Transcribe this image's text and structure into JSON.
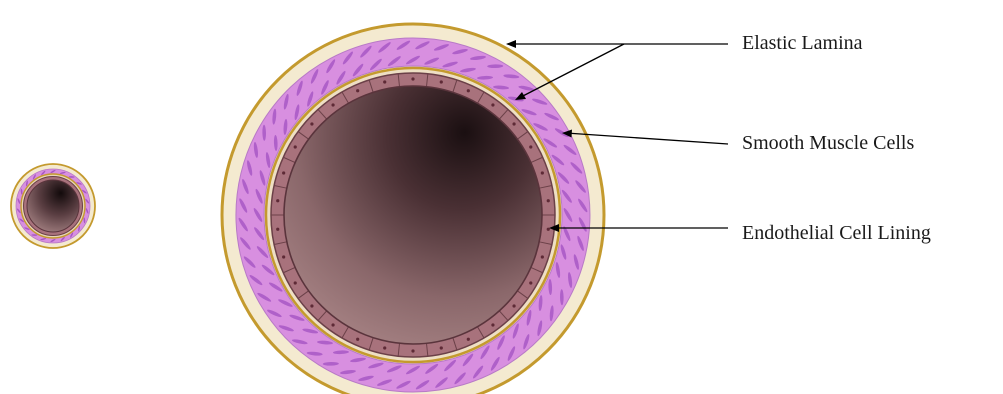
{
  "labels": {
    "elastic_lamina": "Elastic Lamina",
    "smooth_muscle": "Smooth Muscle Cells",
    "endothelial": "Endothelial Cell Lining"
  },
  "colors": {
    "background": "#ffffff",
    "adventitia": "#f4ead0",
    "elastic_lamina": "#c49a2e",
    "smooth_muscle": "#d88fe0",
    "muscle_cell": "#a858c4",
    "endothelium": "#a8727c",
    "lumen_light": "#a88384",
    "lumen_dark": "#1d1113",
    "leader_line": "#000000"
  }
}
